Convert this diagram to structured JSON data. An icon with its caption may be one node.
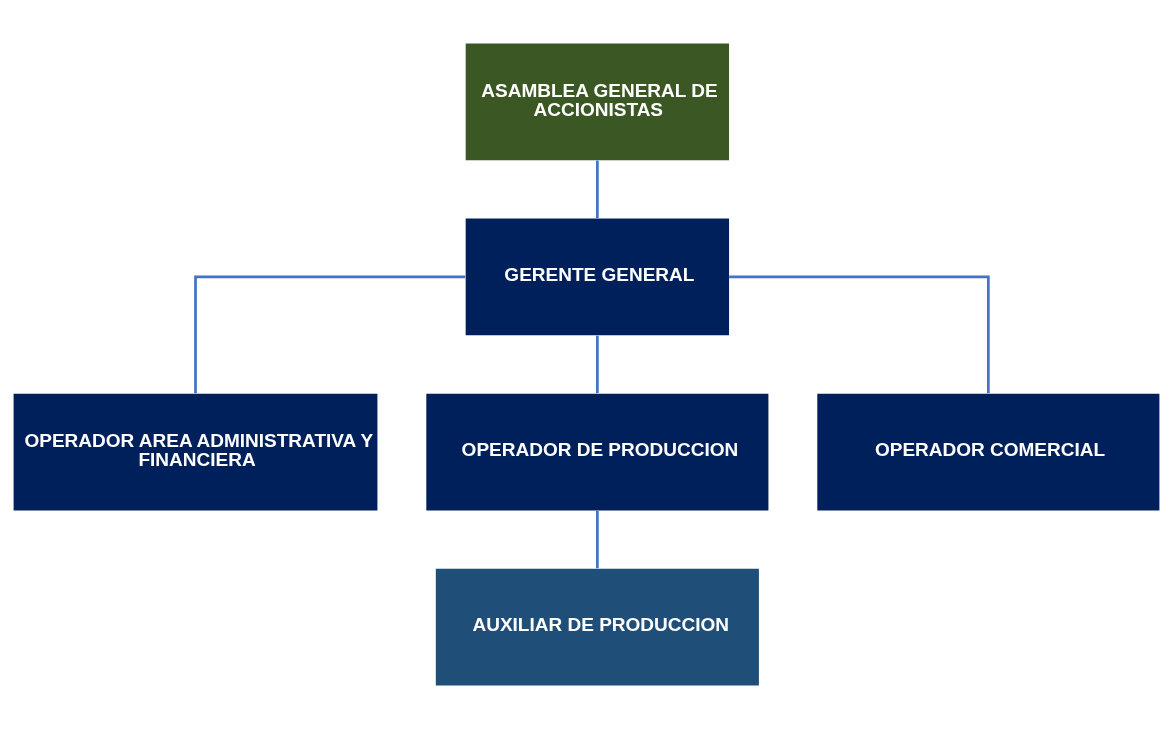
{
  "diagram": {
    "nodes": [
      {
        "text": [
          "ASAMBLEA GENERAL DE ACCIONISTAS"
        ]
      },
      {
        "text": [
          "GERENTE GENERAL"
        ]
      },
      {
        "text": [
          "OPERADOR AREA ADMINISTRATIVA Y FINANCIERA"
        ]
      },
      {
        "text": [
          "OPERADOR DE PRODUCCION"
        ]
      },
      {
        "text": [
          "OPERADOR COMERCIAL"
        ]
      },
      {
        "text": [
          "AUXILIAR DE PRODUCCION"
        ]
      }
    ],
    "edges": [
      {
        "from": 0,
        "to": 1,
        "arrow": "none"
      },
      {
        "from": 1,
        "to": 2,
        "arrow": "none"
      },
      {
        "from": 1,
        "to": 3,
        "arrow": "none"
      },
      {
        "from": 1,
        "to": 4,
        "arrow": "none"
      },
      {
        "from": 3,
        "to": 5,
        "arrow": "none"
      }
    ]
  }
}
